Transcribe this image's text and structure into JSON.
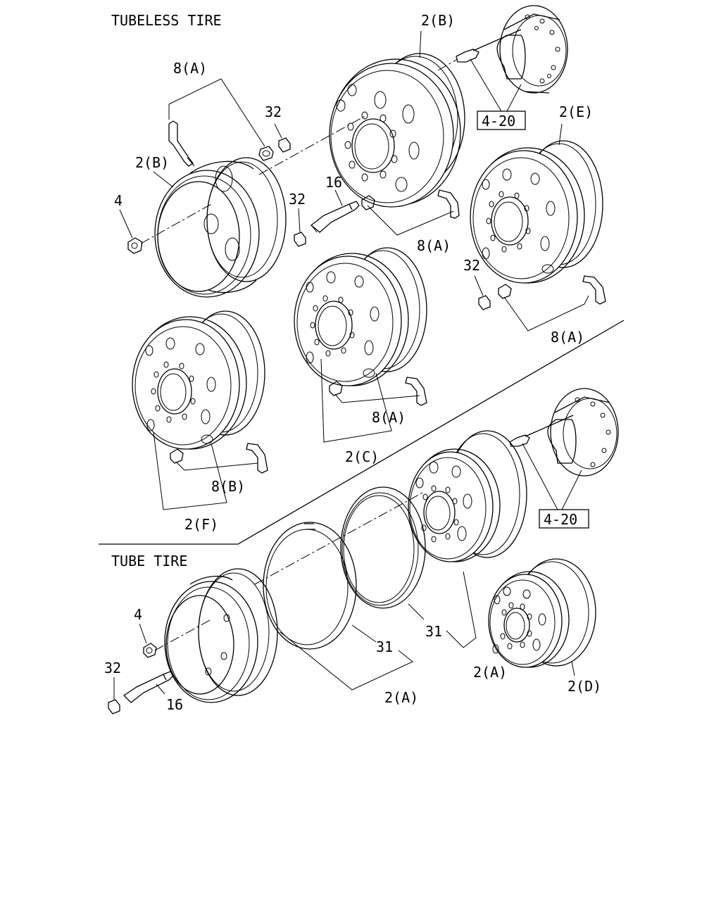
{
  "sections": {
    "tubeless": "TUBELESS TIRE",
    "tube": "TUBE TIRE"
  },
  "labels": {
    "wheel_2b_top": "2(B)",
    "valve_8a_top": "8(A)",
    "nut_32_top": "32",
    "wheel_2b_left": "2(B)",
    "nut_4_top": "4",
    "stud_16_top": "16",
    "nut_32_mid": "32",
    "valve_8a_mid": "8(A)",
    "wheel_2e": "2(E)",
    "nut_32_right": "32",
    "valve_8a_right": "8(A)",
    "valve_8a_center": "8(A)",
    "wheel_2c": "2(C)",
    "valve_8b": "8(B)",
    "wheel_2f": "2(F)",
    "nut_4_bottom": "4",
    "nut_32_bottom": "32",
    "stud_16_bottom": "16",
    "ring_31_left": "31",
    "ring_31_right": "31",
    "wheel_2a_bottom": "2(A)",
    "wheel_2a_right": "2(A)",
    "wheel_2d": "2(D)"
  },
  "refs": {
    "hub_top": "4-20",
    "hub_bottom": "4-20"
  }
}
